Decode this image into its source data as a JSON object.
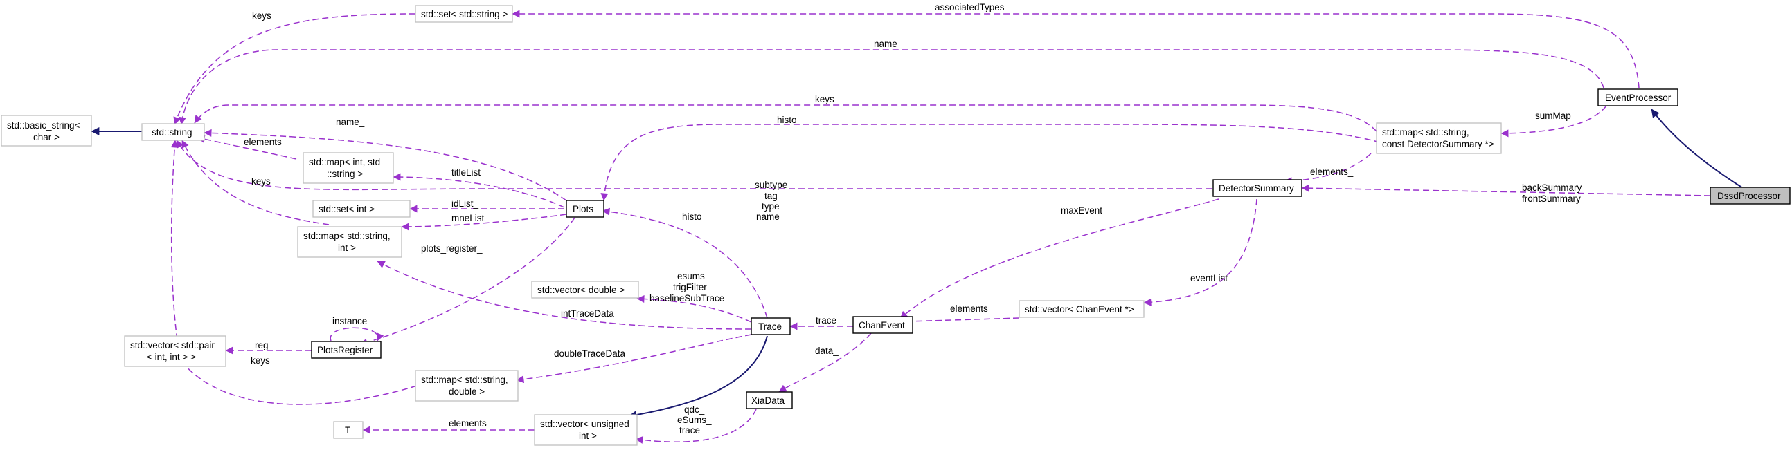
{
  "colors": {
    "usage_edge": "#9a32cd",
    "inheritance_edge": "#191970",
    "highlight_fill": "#bfbfbf",
    "box_border_dim": "#bfbfbf",
    "box_border_solid": "#000000"
  },
  "nodes": {
    "basic_string": [
      "std::basic_string<",
      "char >"
    ],
    "string": [
      "std::string"
    ],
    "set_string": [
      "std::set< std::string >"
    ],
    "map_int_string": [
      "std::map< int, std",
      "::string >"
    ],
    "set_int": [
      "std::set< int >"
    ],
    "map_string_int": [
      "std::map< std::string,",
      "int >"
    ],
    "vector_pair": [
      "std::vector< std::pair",
      "< int, int > >"
    ],
    "plots_register": [
      "PlotsRegister"
    ],
    "plots": [
      "Plots"
    ],
    "vector_double": [
      "std::vector< double >"
    ],
    "map_string_double": [
      "std::map< std::string,",
      "double >"
    ],
    "t": [
      "T"
    ],
    "vector_unsigned": [
      "std::vector< unsigned",
      "int >"
    ],
    "trace": [
      "Trace"
    ],
    "xia_data": [
      "XiaData"
    ],
    "chan_event": [
      "ChanEvent"
    ],
    "vector_chan_event": [
      "std::vector< ChanEvent *>"
    ],
    "detector_summary": [
      "DetectorSummary"
    ],
    "map_detector_summary": [
      "std::map< std::string,",
      "const DetectorSummary *>"
    ],
    "event_processor": [
      "EventProcessor"
    ],
    "dssd_processor": [
      "DssdProcessor"
    ]
  },
  "edge_labels": {
    "associated_types": [
      "associatedTypes"
    ],
    "name_ep": [
      "name"
    ],
    "keys_set": [
      "keys"
    ],
    "keys_map_ds": [
      "keys"
    ],
    "histo_map_ds": [
      "histo"
    ],
    "sum_map": [
      "sumMap"
    ],
    "elements_map_ds": [
      "elements_"
    ],
    "back_front_summary": [
      "backSummary",
      "frontSummary"
    ],
    "subtype_name": [
      "subtype",
      "tag",
      "type",
      "name"
    ],
    "name_plots": [
      "name_"
    ],
    "elements_map_int": [
      "elements"
    ],
    "title_list": [
      "titleList"
    ],
    "id_list": [
      "idList_"
    ],
    "mne_list": [
      "mneList"
    ],
    "keys_map_si": [
      "keys"
    ],
    "plots_register_label": [
      "plots_register_"
    ],
    "histo_trace": [
      "histo"
    ],
    "max_event": [
      "maxEvent"
    ],
    "event_list": [
      "eventList"
    ],
    "esums": [
      "esums_",
      "trigFilter_",
      "baselineSubTrace_"
    ],
    "int_trace_data": [
      "intTraceData"
    ],
    "trace_label": [
      "trace"
    ],
    "elements_chan": [
      "elements"
    ],
    "instance": [
      "instance"
    ],
    "reg": [
      "reg_"
    ],
    "keys_map_sd": [
      "keys"
    ],
    "double_trace_data": [
      "doubleTraceData"
    ],
    "data": [
      "data_"
    ],
    "elements_t": [
      "elements"
    ],
    "qdc": [
      "qdc_",
      "eSums_",
      "trace_"
    ]
  }
}
